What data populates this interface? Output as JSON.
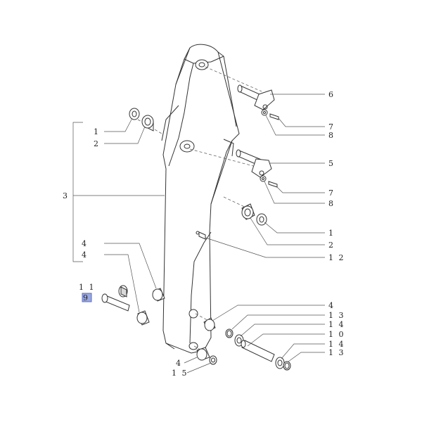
{
  "callouts": [
    {
      "id": "c1a",
      "text": "1"
    },
    {
      "id": "c2a",
      "text": "2"
    },
    {
      "id": "c3",
      "text": "3"
    },
    {
      "id": "c4a",
      "text": "4"
    },
    {
      "id": "c4b",
      "text": "4"
    },
    {
      "id": "c11",
      "text": "1 1"
    },
    {
      "id": "c9",
      "text": "9"
    },
    {
      "id": "c6",
      "text": "6"
    },
    {
      "id": "c7a",
      "text": "7"
    },
    {
      "id": "c8a",
      "text": "8"
    },
    {
      "id": "c5",
      "text": "5"
    },
    {
      "id": "c7b",
      "text": "7"
    },
    {
      "id": "c8b",
      "text": "8"
    },
    {
      "id": "c1b",
      "text": "1"
    },
    {
      "id": "c2b",
      "text": "2"
    },
    {
      "id": "c12",
      "text": "1 2"
    },
    {
      "id": "c4c",
      "text": "4"
    },
    {
      "id": "c13a",
      "text": "1 3"
    },
    {
      "id": "c14a",
      "text": "1 4"
    },
    {
      "id": "c10",
      "text": "1 0"
    },
    {
      "id": "c14b",
      "text": "1 4"
    },
    {
      "id": "c13b",
      "text": "1 3"
    },
    {
      "id": "c4d",
      "text": "4"
    },
    {
      "id": "c15",
      "text": "1 5"
    }
  ]
}
